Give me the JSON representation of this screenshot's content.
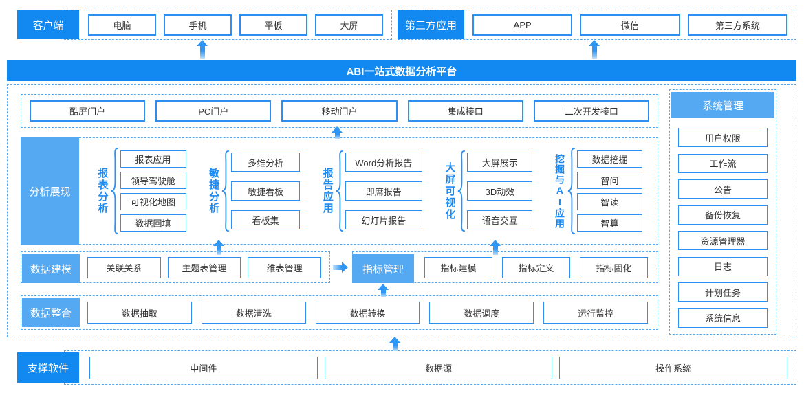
{
  "client": {
    "label": "客户端",
    "devices": [
      "电脑",
      "手机",
      "平板",
      "大屏"
    ]
  },
  "third_party": {
    "label": "第三方应用",
    "items": [
      "APP",
      "微信",
      "第三方系统"
    ]
  },
  "banner": {
    "title": "ABI一站式数据分析平台"
  },
  "portals": {
    "items": [
      "酷屏门户",
      "PC门户",
      "移动门户",
      "集成接口",
      "二次开发接口"
    ]
  },
  "analysis": {
    "label": "分析展现",
    "groups": [
      {
        "name": "报表分析",
        "items": [
          "报表应用",
          "领导驾驶舱",
          "可视化地图",
          "数据回填"
        ]
      },
      {
        "name": "敏捷分析",
        "items": [
          "多维分析",
          "敏捷看板",
          "看板集"
        ]
      },
      {
        "name": "报告应用",
        "items": [
          "Word分析报告",
          "即席报告",
          "幻灯片报告"
        ]
      },
      {
        "name": "大屏可视化",
        "items": [
          "大屏展示",
          "3D动效",
          "语音交互"
        ]
      },
      {
        "name": "挖掘与AI应用",
        "items": [
          "数据挖掘",
          "智问",
          "智读",
          "智算"
        ]
      }
    ]
  },
  "modeling": {
    "label": "数据建模",
    "items": [
      "关联关系",
      "主题表管理",
      "维表管理"
    ],
    "indicator": {
      "label": "指标管理",
      "items": [
        "指标建模",
        "指标定义",
        "指标固化"
      ]
    }
  },
  "integration": {
    "label": "数据整合",
    "items": [
      "数据抽取",
      "数据清洗",
      "数据转换",
      "数据调度",
      "运行监控"
    ]
  },
  "system": {
    "label": "系统管理",
    "items": [
      "用户权限",
      "工作流",
      "公告",
      "备份恢复",
      "资源管理器",
      "日志",
      "计划任务",
      "系统信息"
    ]
  },
  "support": {
    "label": "支撑软件",
    "items": [
      "中间件",
      "数据源",
      "操作系统"
    ]
  },
  "colors": {
    "primary": "#1189f1",
    "secondary": "#55a9f2",
    "box_border": "#2e8ff2",
    "dash_border": "#55a8f0",
    "arrow": "#2e96f5"
  }
}
